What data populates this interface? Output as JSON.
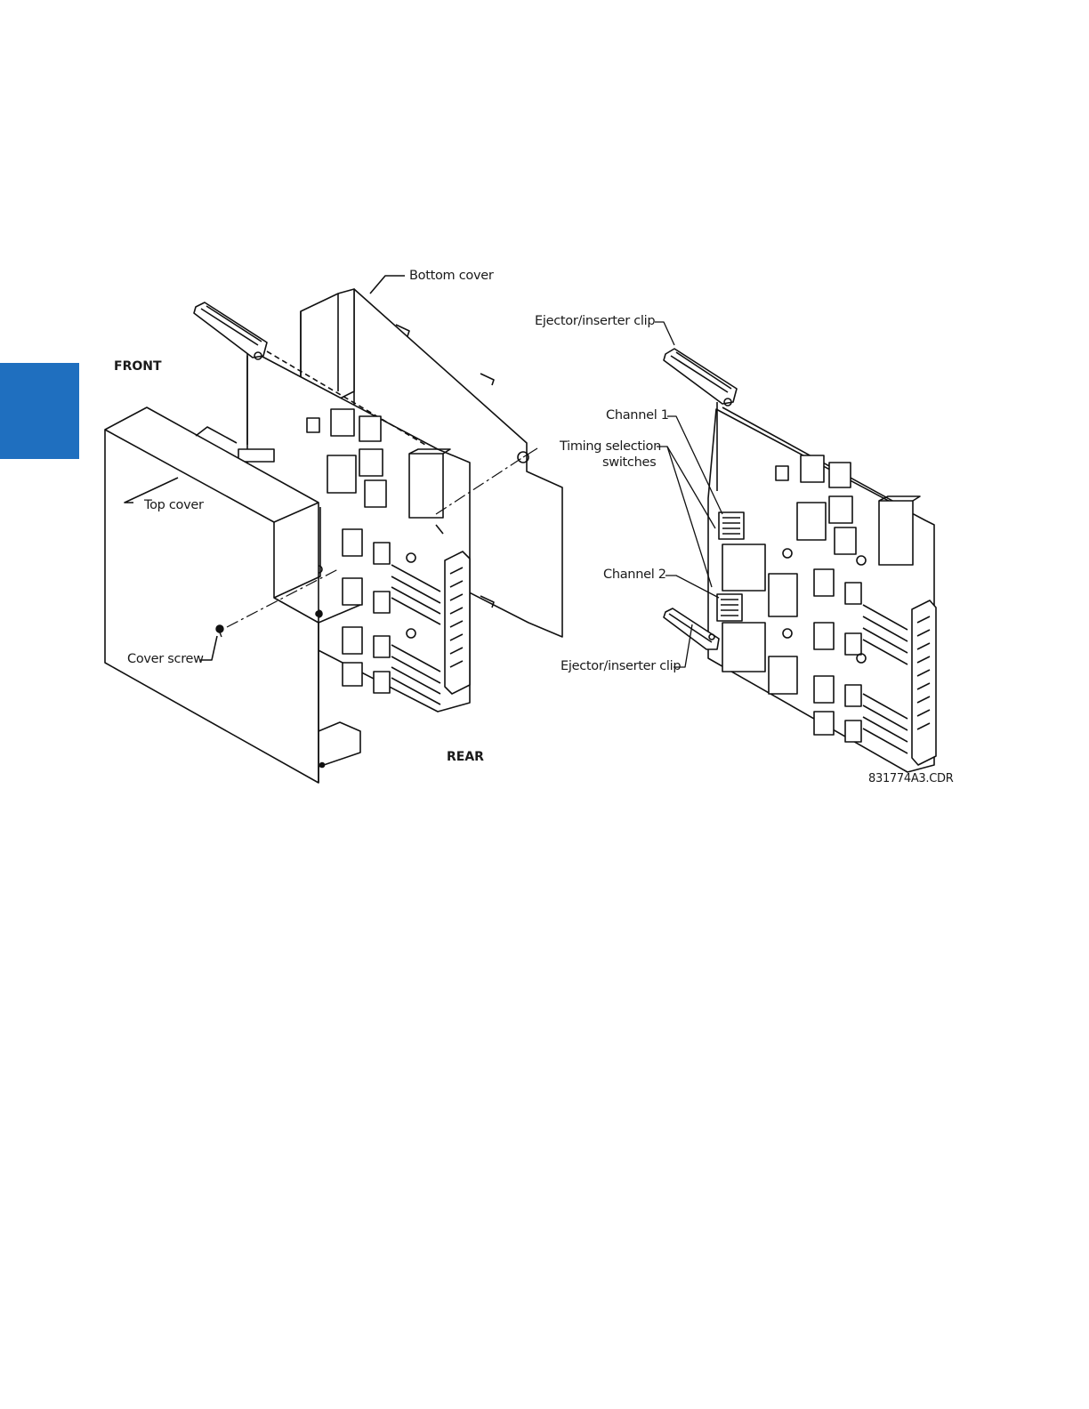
{
  "colors": {
    "side_tab": "#1f6fbf",
    "line": "#111111"
  },
  "labels": {
    "bottom_cover": "Bottom cover",
    "front": "FRONT",
    "top_cover": "Top cover",
    "cover_screw": "Cover screw",
    "rear": "REAR",
    "ejector_clip_top": "Ejector/inserter clip",
    "channel_1": "Channel 1",
    "timing_line1": "Timing selection",
    "timing_line2": "switches",
    "channel_2": "Channel 2",
    "ejector_clip_bottom": "Ejector/inserter clip",
    "figure_id": "831774A3.CDR"
  }
}
